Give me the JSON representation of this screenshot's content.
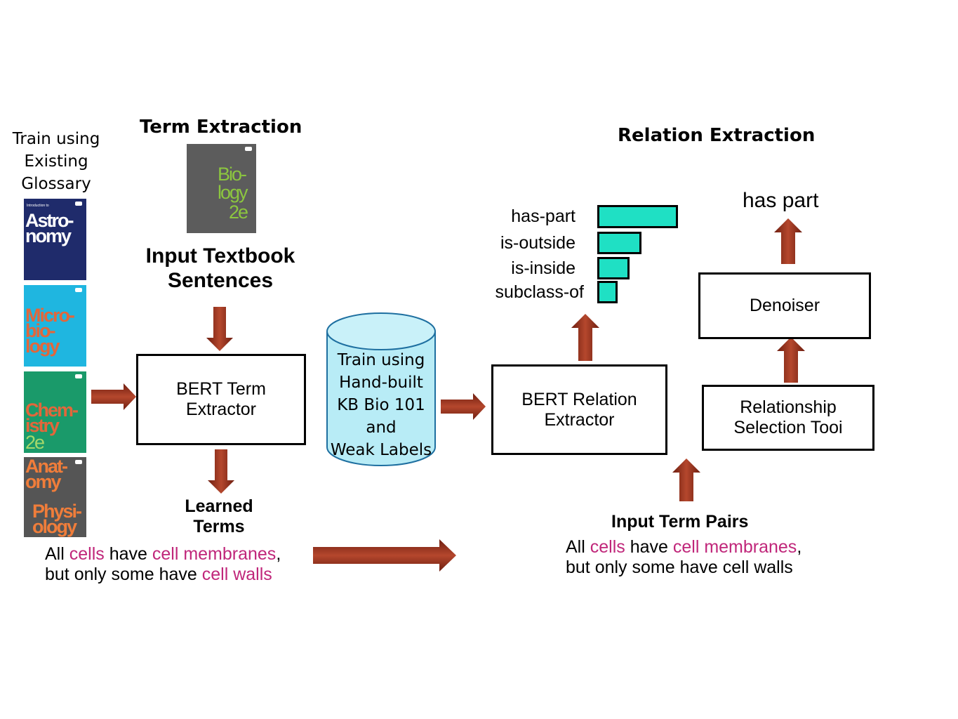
{
  "train_glossary": {
    "line1": "Train using",
    "line2": "Existing",
    "line3": "Glossary"
  },
  "term_extraction": {
    "title": "Term Extraction"
  },
  "books": {
    "astronomy": {
      "small": "Introduction to",
      "line1": "Astro-",
      "line2": "nomy",
      "color": "#1f2b6b"
    },
    "microbiology": {
      "line1": "Micro-",
      "line2": "bio-",
      "line3": "logy",
      "color": "#1fb6e0",
      "text_color": "#e2673b"
    },
    "chemistry": {
      "line1": "Chem-",
      "line2": "istry",
      "line3": "2e",
      "color": "#1a9a6a",
      "text_color": "#e2673b"
    },
    "anatomy": {
      "line1": "Anat-",
      "line2": "omy",
      "line3": "Physi-",
      "line4": "ology",
      "color": "#555555",
      "text_color": "#f07d3a"
    },
    "biology": {
      "line1": "Bio-",
      "line2": "logy",
      "line3": "2e",
      "color": "#5c5c5c",
      "text_color": "#8cc63f"
    }
  },
  "input_textbook": {
    "line1": "Input Textbook",
    "line2": "Sentences"
  },
  "bert_term": {
    "line1": "BERT Term",
    "line2": "Extractor"
  },
  "learned_terms": {
    "line1": "Learned",
    "line2": "Terms"
  },
  "left_sentence": {
    "p1": "All ",
    "p2": "cells",
    "p3": " have ",
    "p4": "cell membranes",
    "p5": ",",
    "p6": "but only some have ",
    "p7": "cell walls"
  },
  "cylinder": {
    "line1": "Train using",
    "line2": "Hand-built",
    "line3": "KB Bio 101",
    "line4": "and",
    "line5": "Weak Labels",
    "color": "#b8ecf6"
  },
  "relation_extraction": {
    "title": "Relation Extraction"
  },
  "bert_relation": {
    "line1": "BERT Relation",
    "line2": "Extractor"
  },
  "relations": {
    "labels": [
      "has-part",
      "is-outside",
      "is-inside",
      "subclass-of"
    ],
    "scores": [
      1.0,
      0.55,
      0.4,
      0.25
    ]
  },
  "has_part_output": "has part",
  "denoiser": "Denoiser",
  "rel_selection": {
    "line1": "Relationship",
    "line2": "Selection Tooi"
  },
  "input_term_pairs": {
    "title": "Input Term Pairs"
  },
  "right_sentence": {
    "p1": "All ",
    "p2": "cells",
    "p3": " have ",
    "p4": "cell membranes",
    "p5": ",",
    "p6": "but only some have cell walls"
  },
  "colors": {
    "arrow": "#8b2a1a",
    "highlight": "#c0267a",
    "bar": "#1fe0c4"
  }
}
